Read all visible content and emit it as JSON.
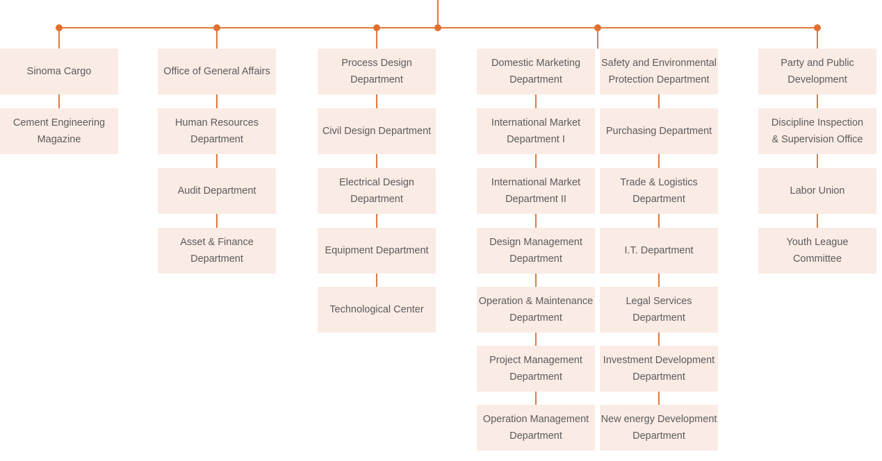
{
  "colors": {
    "connector_line": "#E0793C",
    "node_dot": "#E1702F",
    "box_background": "#FBEBE5",
    "box_text": "#5B5B5B",
    "page_background": "#FFFFFF"
  },
  "org_chart": {
    "type": "organization-chart",
    "columns": [
      {
        "id": "column-1",
        "boxes": [
          [
            "Sinoma Cargo"
          ],
          [
            "Cement Engineering",
            "Magazine"
          ]
        ]
      },
      {
        "id": "column-2",
        "boxes": [
          [
            "Office of General Affairs"
          ],
          [
            "Human Resources",
            "Department"
          ],
          [
            "Audit Department"
          ],
          [
            "Asset & Finance",
            "Department"
          ]
        ]
      },
      {
        "id": "column-3",
        "boxes": [
          [
            "Process Design",
            "Department"
          ],
          [
            "Civil Design Department"
          ],
          [
            "Electrical Design",
            "Department"
          ],
          [
            "Equipment Department"
          ],
          [
            "Technological Center"
          ]
        ]
      },
      {
        "id": "column-4",
        "boxes": [
          [
            "Domestic Marketing",
            "Department"
          ],
          [
            "International Market",
            "Department I"
          ],
          [
            "International Market",
            "Department II"
          ],
          [
            "Design Management",
            "Department"
          ],
          [
            "Operation & Maintenance",
            "Department"
          ],
          [
            "Project Management",
            "Department"
          ],
          [
            "Operation Management",
            "Department"
          ]
        ]
      },
      {
        "id": "column-5",
        "boxes": [
          [
            "Safety and Environmental",
            "Protection Department"
          ],
          [
            "Purchasing Department"
          ],
          [
            "Trade & Logistics",
            "Department"
          ],
          [
            "I.T. Department"
          ],
          [
            "Legal Services",
            "Department"
          ],
          [
            "Investment Development",
            "Department"
          ],
          [
            "New energy Development",
            "Department"
          ]
        ]
      },
      {
        "id": "column-6",
        "boxes": [
          [
            "Party and Public",
            "Development"
          ],
          [
            "Discipline Inspection",
            "& Supervision Office"
          ],
          [
            "Labor Union"
          ],
          [
            "Youth League",
            "Committee"
          ]
        ]
      }
    ]
  }
}
